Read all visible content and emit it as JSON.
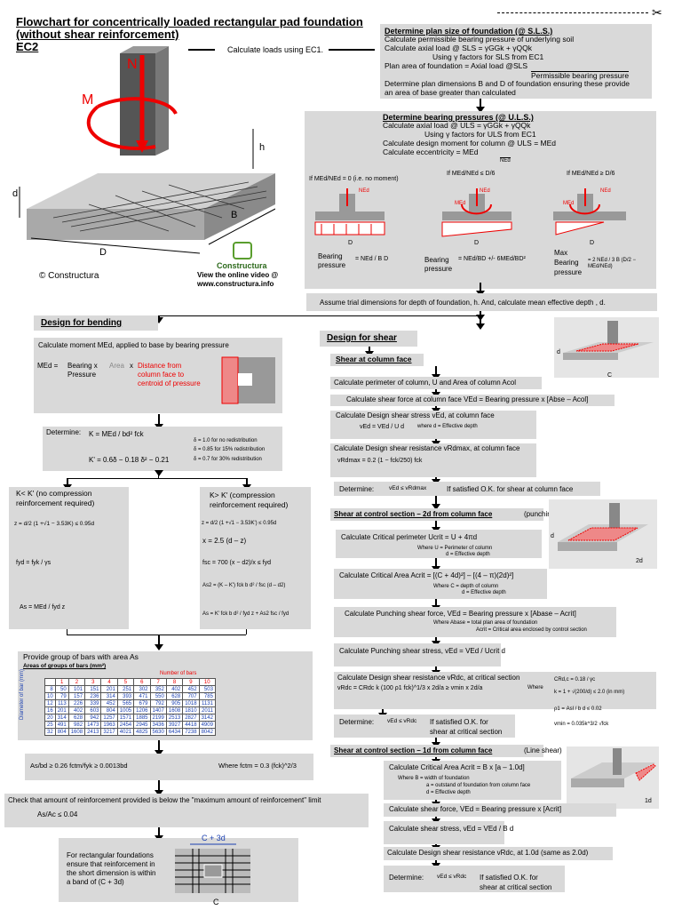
{
  "title": {
    "line1": "Flowchart for concentrically loaded rectangular pad foundation",
    "line2": "(without shear reinforcement)",
    "line3": "EC2"
  },
  "figure": {
    "N": "N",
    "M": "M",
    "h": "h",
    "d": "d",
    "B": "B",
    "D": "D",
    "copyright": "© Constructura",
    "logo": "Constructura",
    "video": "View the online video @",
    "url": "www.constructura.info"
  },
  "loads_ec1": "Calculate loads using EC1.",
  "sls": {
    "heading": "Determine plan size of foundation (@ S.L.S.)",
    "l1": "Calculate permissible bearing pressure of underlying soil",
    "l2": "Calculate axial load @ SLS = γGGk + γQQk",
    "l3": "Using γ factors for SLS from EC1",
    "l4": "Plan area of foundation = Axial load @SLS",
    "l5": "Permissible bearing pressure",
    "l6": "Determine plan dimensions B and D of foundation ensuring these provide",
    "l7": "an area of base greater than calculated"
  },
  "uls": {
    "heading": "Determine bearing pressures (@ U.L.S.)",
    "l1": "Calculate axial load @ ULS = γGGk + γQQk",
    "l2": "Using γ factors for ULS from EC1",
    "l3": "Calculate design moment for column @ ULS = MEd",
    "l4": "Calculate eccentricity = MEd",
    "l5": "NEd"
  },
  "cases": [
    {
      "cond": "If  MEd/NEd = 0 (i.e. no moment)",
      "n": "NEd",
      "d": "D",
      "res1": "Bearing",
      "res2": "pressure",
      "f": "= NEd / B D"
    },
    {
      "cond": "If  MEd/NEd ≤ D/6",
      "n": "NEd",
      "m": "MEd",
      "d": "D",
      "res1": "Bearing",
      "res2": "pressure",
      "f": "= NEd/BD +/- 6MEd/BD²"
    },
    {
      "cond": "If  MEd/NEd ≥ D/6",
      "n": "NEd",
      "m": "MEd",
      "d": "D",
      "res0": "Max",
      "res1": "Bearing",
      "res2": "pressure",
      "f": "= 2 NEd / 3 B (D/2 − MEd/NEd)"
    }
  ],
  "trial": "Assume trial dimensions for depth of foundation, h. And, calculate mean effective depth , d.",
  "bending": {
    "heading": "Design for bending",
    "calc": "Calculate moment MEd, applied to base by bearing pressure",
    "med": "MEd =",
    "bp": "Bearing x",
    "pressure": "Pressure",
    "area": "Area",
    "x": "x",
    "dist1": "Distance from",
    "dist2": "column face to",
    "dist3": "centroid of pressure",
    "determine": "Determine:",
    "k": "K =  MEd / bd² fck",
    "kp": "K' = 0.6δ − 0.18 δ² − 0.21",
    "d1": "δ = 1.0 for no redistribution",
    "d2": "δ = 0.85 for 15% redistribution",
    "d3": "δ = 0.7 for 30% redistribution",
    "left": {
      "h1": "K< K' (no compression",
      "h2": "reinforcement required)",
      "z": "z = d/2 (1 +√1 − 3.53K)    ≤ 0.95d",
      "fyd": "fyd  =  fyk / γs",
      "as": "As =  MEd / fyd z"
    },
    "right": {
      "h1": "K> K' (compression",
      "h2": "reinforcement required)",
      "z": "z = d/2 (1 +√1 − 3.53K')    ≤ 0.95d",
      "x": "x = 2.5 (d – z)",
      "fsc": "fsc = 700 (x − d2)/x  ≤ fyd",
      "as2": "As2 = (K – K') fck b d² / fsc (d – d2)",
      "as": "As = K' fck b d² / fyd z  +  As2 fsc / fyd"
    },
    "provide": "Provide group of bars with area As",
    "table_title": "Areas of groups of bars (mm²)",
    "number_of_bars": "Number of bars",
    "diameter": "Diameter of bar (mm)",
    "bar_counts": [
      "1",
      "2",
      "3",
      "4",
      "5",
      "6",
      "7",
      "8",
      "9",
      "10"
    ],
    "rows": [
      {
        "d": "8",
        "v": [
          "50",
          "101",
          "151",
          "201",
          "251",
          "302",
          "352",
          "402",
          "452",
          "503"
        ]
      },
      {
        "d": "10",
        "v": [
          "79",
          "157",
          "236",
          "314",
          "393",
          "471",
          "550",
          "628",
          "707",
          "785"
        ]
      },
      {
        "d": "12",
        "v": [
          "113",
          "226",
          "339",
          "452",
          "565",
          "679",
          "792",
          "905",
          "1018",
          "1131"
        ]
      },
      {
        "d": "16",
        "v": [
          "201",
          "402",
          "603",
          "804",
          "1005",
          "1206",
          "1407",
          "1608",
          "1810",
          "2011"
        ]
      },
      {
        "d": "20",
        "v": [
          "314",
          "628",
          "942",
          "1257",
          "1571",
          "1885",
          "2199",
          "2513",
          "2827",
          "3142"
        ]
      },
      {
        "d": "25",
        "v": [
          "491",
          "982",
          "1473",
          "1963",
          "2454",
          "2945",
          "3436",
          "3927",
          "4418",
          "4909"
        ]
      },
      {
        "d": "32",
        "v": [
          "804",
          "1608",
          "2413",
          "3217",
          "4021",
          "4825",
          "5630",
          "6434",
          "7238",
          "8042"
        ]
      }
    ],
    "min": "As/bd  ≥ 0.26 fctm/fyk  ≥ 0.0013bd",
    "fctm": "Where fctm = 0.3 (fck)^2/3",
    "max_check": "Check that amount of reinforcement provided is below the \"maximum amount of reinforcement\" limit",
    "max": "As/Ac   ≤  0.04",
    "band1": "For rectangular foundations",
    "band2": "ensure that reinforcement in",
    "band3": "the short dimension is within",
    "band4": "a band of (C + 3d)",
    "c3d": "C + 3d",
    "c": "C"
  },
  "shear": {
    "heading": "Design for shear",
    "col": {
      "heading": "Shear at column face",
      "s1": "Calculate perimeter of column, U and Area of column Acol",
      "s2": "Calculate shear force at column face VEd = Bearing pressure x [Abse – Acol]",
      "s3": "Calculate Design shear stress vEd, at column face",
      "s3f": "vEd =  VEd / U d",
      "s3w": "where d  =  Effective depth",
      "s4": "Calculate Design shear resistance vRdmax, at column face",
      "s4f": "vRdmax = 0.2 (1 − fck/250) fck",
      "det": "Determine:",
      "detf": "vEd ≤ vRdmax",
      "ok": "If satisfied O.K. for shear at column face"
    },
    "punch": {
      "heading": "Shear at control section – 2d from column face",
      "type": "(punching shear)",
      "s1": "Calculate Critical perimeter Ucrit = U + 4πd",
      "s1w": "Where      U = Perimeter of column",
      "s1w2": "d  =  Effective depth",
      "s2": "Calculate Critical Area Acrit = [(C + 4d)²] – [(4 – π)(2d)²]",
      "s2w": "Where      C = depth of column",
      "s2w2": "d  =  Effective depth",
      "s3": "Calculate Punching shear force, VEd = Bearing pressure x [Abase – Acrit]",
      "s3w": "Where      Abase = total plan area of foundation",
      "s3w2": "Acrit = Critical area enclosed by control section",
      "s4": "Calculate Punching shear stress, vEd =  VEd / Ucrit d",
      "s5": "Calculate Design shear resistance vRdc, at critical section",
      "s5f": "vRdc = CRdc k (100 ρ1 fck)^1/3   x   2d/a  ≥ vmin  x   2d/a",
      "s5w": "Where",
      "c1": "CRd,c = 0.18 / γc",
      "c2": "k  = 1 + √(200/d)  ≤  2.0   (in mm)",
      "c3": "ρ1  =   Asl / b d  ≤  0.02",
      "c4": "vmin = 0.035k^3/2 √fck",
      "det": "Determine:",
      "detf": "vEd ≤ vRdc",
      "ok1": "If satisfied O.K. for",
      "ok2": "shear at critical section"
    },
    "line": {
      "heading": "Shear at control section – 1d from column face",
      "type": "(Line shear)",
      "s1": "Calculate Critical Area Acrit = B x [a – 1.0d]",
      "w1": "Where      B = width of foundation",
      "w2": "a = outstand of foundation from column face",
      "w3": "d  =  Effective depth",
      "s2": "Calculate shear force, VEd = Bearing pressure x [Acrit]",
      "s3": "Calculate shear stress, vEd =  VEd / B d",
      "s4": "Calculate Design shear resistance vRdc, at 1.0d (same as 2.0d)",
      "det": "Determine:",
      "detf": "vEd ≤ vRdc",
      "ok1": "If satisfied O.K. for",
      "ok2": "shear at critical section"
    },
    "fig_d": "d",
    "fig_c": "C",
    "fig_2d": "2d",
    "fig_1d": "1d"
  }
}
